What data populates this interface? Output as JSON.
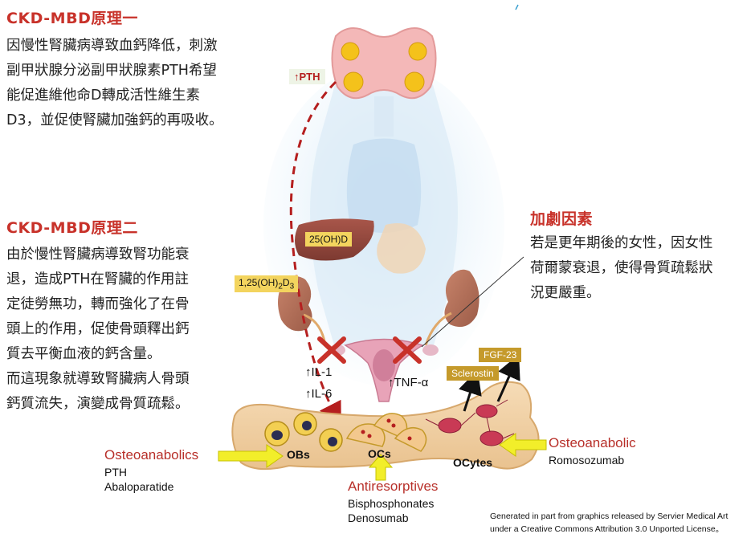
{
  "section1": {
    "title": "CKD-MBD原理一",
    "lines": [
      "因慢性腎臟病導致血鈣降低，刺激",
      "副甲狀腺分泌副甲狀腺素PTH希望",
      "能促進維他命D轉成活性維生素",
      "D3，並促使腎臟加強鈣的再吸收。"
    ]
  },
  "section2": {
    "title": "CKD-MBD原理二",
    "lines": [
      "由於慢性腎臟病導致腎功能衰",
      "退，造成PTH在腎臟的作用註",
      "定徒勞無功，轉而強化了在骨",
      "頭上的作用，促使骨頭釋出鈣",
      "質去平衡血液的鈣含量。",
      "而這現象就導致腎臟病人骨頭",
      "鈣質流失，演變成骨質疏鬆。"
    ]
  },
  "section3": {
    "title": "加劇因素",
    "lines": [
      "若是更年期後的女性，因女性",
      "荷爾蒙衰退，使得骨質疏鬆狀",
      "況更嚴重。"
    ]
  },
  "diagram": {
    "pth_label": "PTH",
    "vitd_label": "25(OH)D",
    "calcitriol_base": "1,25(OH)",
    "calcitriol_sub1": "2",
    "calcitriol_mid": "D",
    "calcitriol_sub2": "3",
    "il1_label": "IL-1",
    "il6_label": "IL-6",
    "tnf_label": "TNF-α",
    "fgf23_label": "FGF-23",
    "sclerostin_label": "Sclerostin",
    "obs_label": "OBs",
    "ocs_label": "OCs",
    "ocytes_label": "OCytes"
  },
  "drugs": {
    "left": {
      "title": "Osteoanabolics",
      "items": [
        "PTH",
        "Abaloparatide"
      ]
    },
    "bottom": {
      "title": "Antiresorptives",
      "items": [
        "Bisphosphonates",
        "Denosumab"
      ]
    },
    "right": {
      "title": "Osteoanabolic",
      "items": [
        "Romosozumab"
      ]
    }
  },
  "credit": {
    "line1": "Generated in part from graphics released by Servier Medical Art",
    "line2": "under a Creative Commons Attribution 3.0 Unported License。"
  },
  "colors": {
    "heading_red": "#c8322a",
    "arrow_red": "#b51f1f",
    "chip_yellow": "#f3d45e",
    "chip_gold": "#c59a2b",
    "drug_arrow_yellow": "#f2ee2a"
  }
}
